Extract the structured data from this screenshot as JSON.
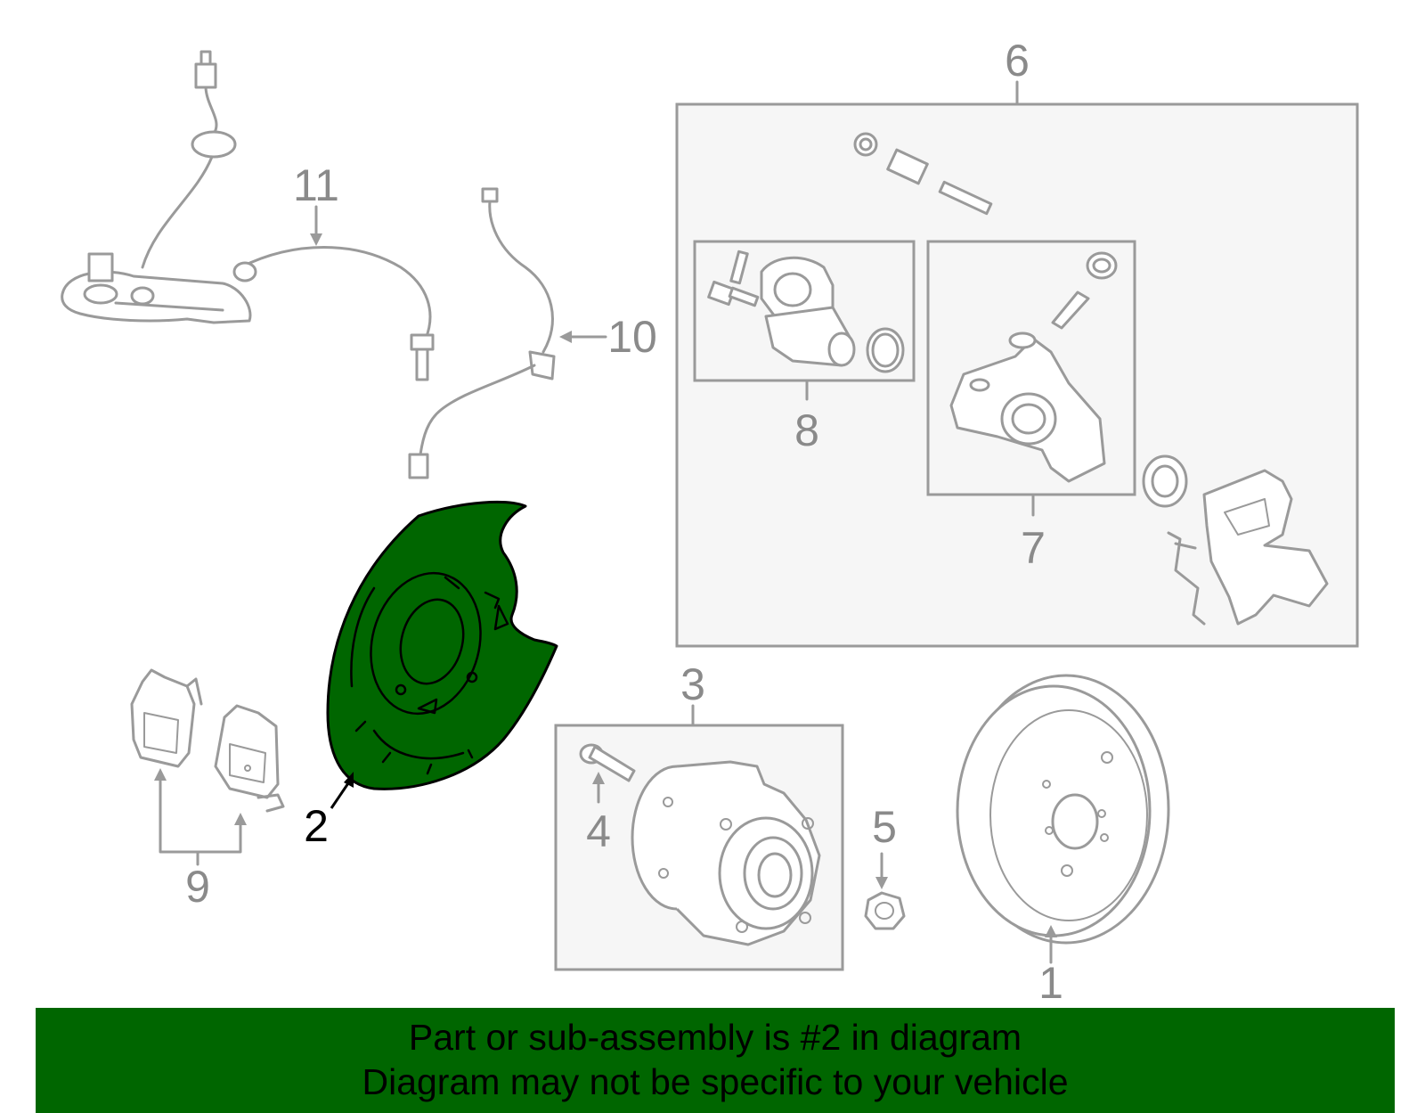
{
  "diagram": {
    "callouts": {
      "c1": "1",
      "c2": "2",
      "c3": "3",
      "c4": "4",
      "c5": "5",
      "c6": "6",
      "c7": "7",
      "c8": "8",
      "c9": "9",
      "c10": "10",
      "c11": "11"
    },
    "highlighted_part": "2",
    "highlight_color": "#006600",
    "line_color": "#9a9a9a"
  },
  "banner": {
    "line1": "Part or sub-assembly is #2 in diagram",
    "line2": "Diagram may not be specific to your vehicle",
    "background": "#006600"
  }
}
